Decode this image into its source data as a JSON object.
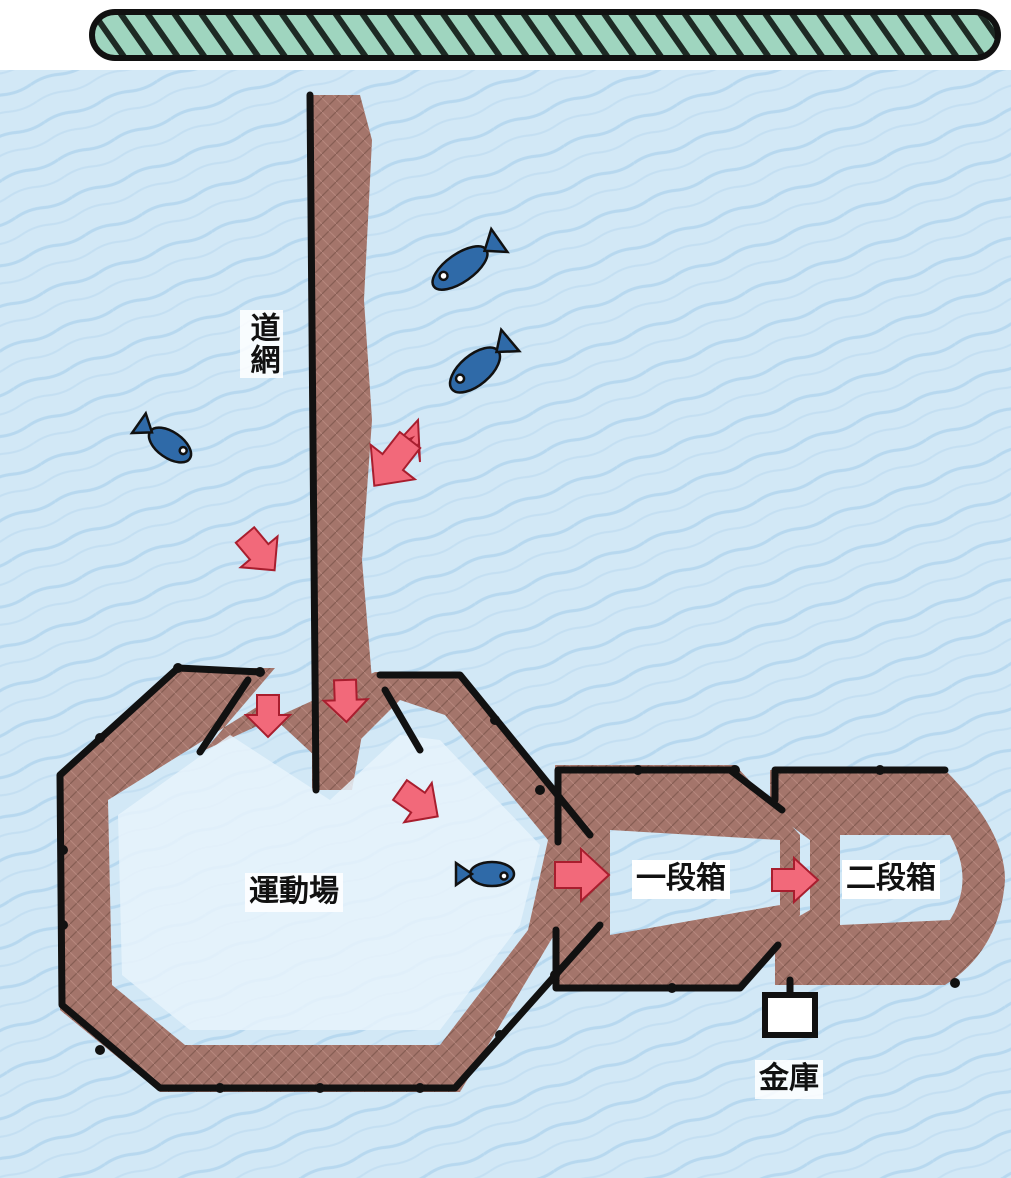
{
  "labels": {
    "guide_net": "道網",
    "playground": "運動場",
    "first_box": "一段箱",
    "second_box": "二段箱",
    "safe": "金庫"
  },
  "colors": {
    "water": "#cfe6f5",
    "net_mesh": "#a4756b",
    "arrow": "#f2697a",
    "fish_blue": "#2f6aa8",
    "float_line": "#9fd5bf"
  },
  "icons": {
    "fish": "fish-icon",
    "arrow": "flow-arrow-icon",
    "float_rope": "float-rope-icon"
  }
}
